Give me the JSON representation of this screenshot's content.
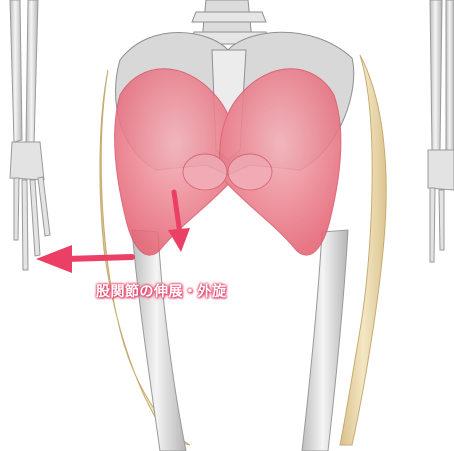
{
  "caption": "股関節の伸展・外旋",
  "colors": {
    "background": "#ffffff",
    "bone": "#e6e6e6",
    "bone_outline": "#9a9a9a",
    "muscle": "#e8707e",
    "muscle_light": "#f2a3ad",
    "thigh_muscle": "#ecd8a6",
    "arrow": "#ec3f66"
  },
  "illustration": {
    "subject": "anatomical-hip-posterior-view",
    "arrows": [
      "left-arrow",
      "down-arrow"
    ]
  }
}
